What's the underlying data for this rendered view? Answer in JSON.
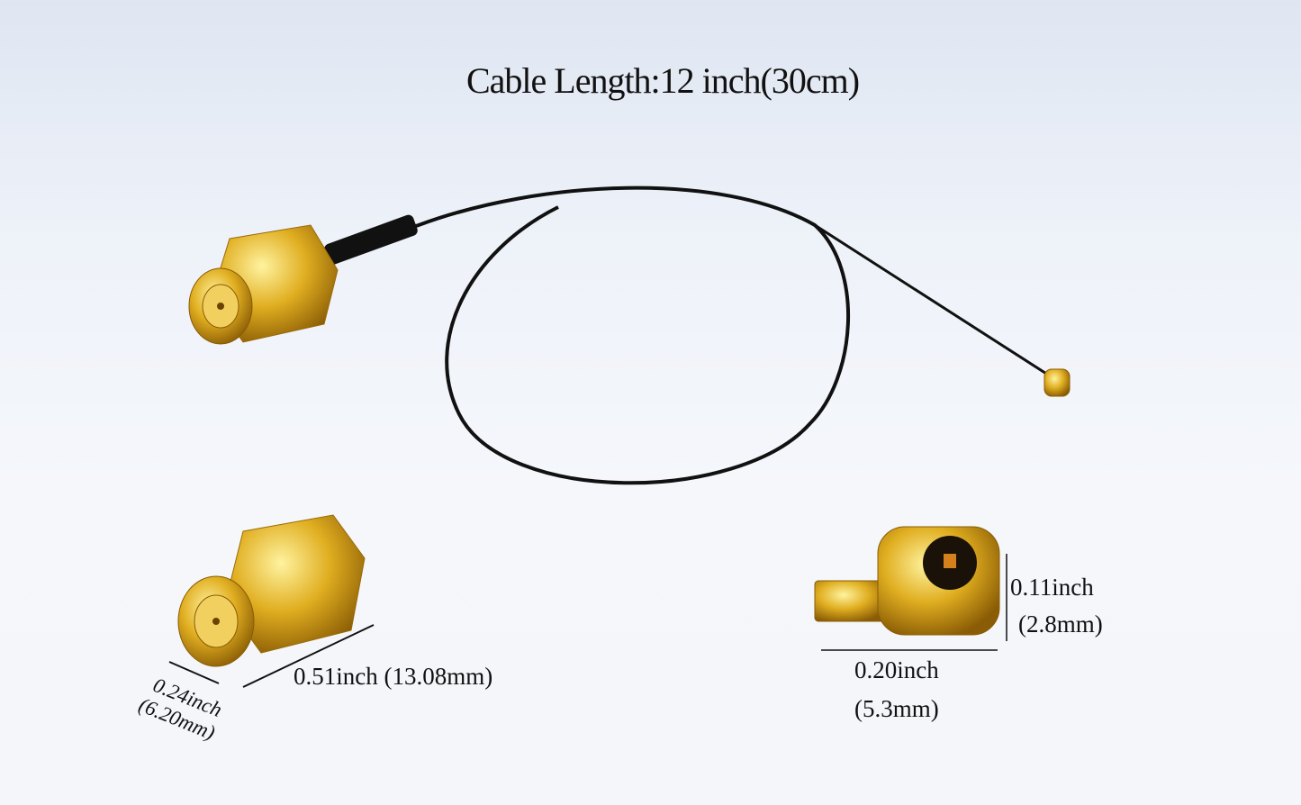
{
  "title": "Cable Length:12 inch(30cm)",
  "dimensions": {
    "sma_length": "0.51inch (13.08mm)",
    "sma_width_inch": "0.24inch",
    "sma_width_mm": "(6.20mm)",
    "ufl_height_inch": "0.11inch",
    "ufl_height_mm": "(2.8mm)",
    "ufl_width_inch": "0.20inch",
    "ufl_width_mm": "(5.3mm)"
  },
  "colors": {
    "gold": "#d4a21c",
    "cable": "#111111"
  }
}
